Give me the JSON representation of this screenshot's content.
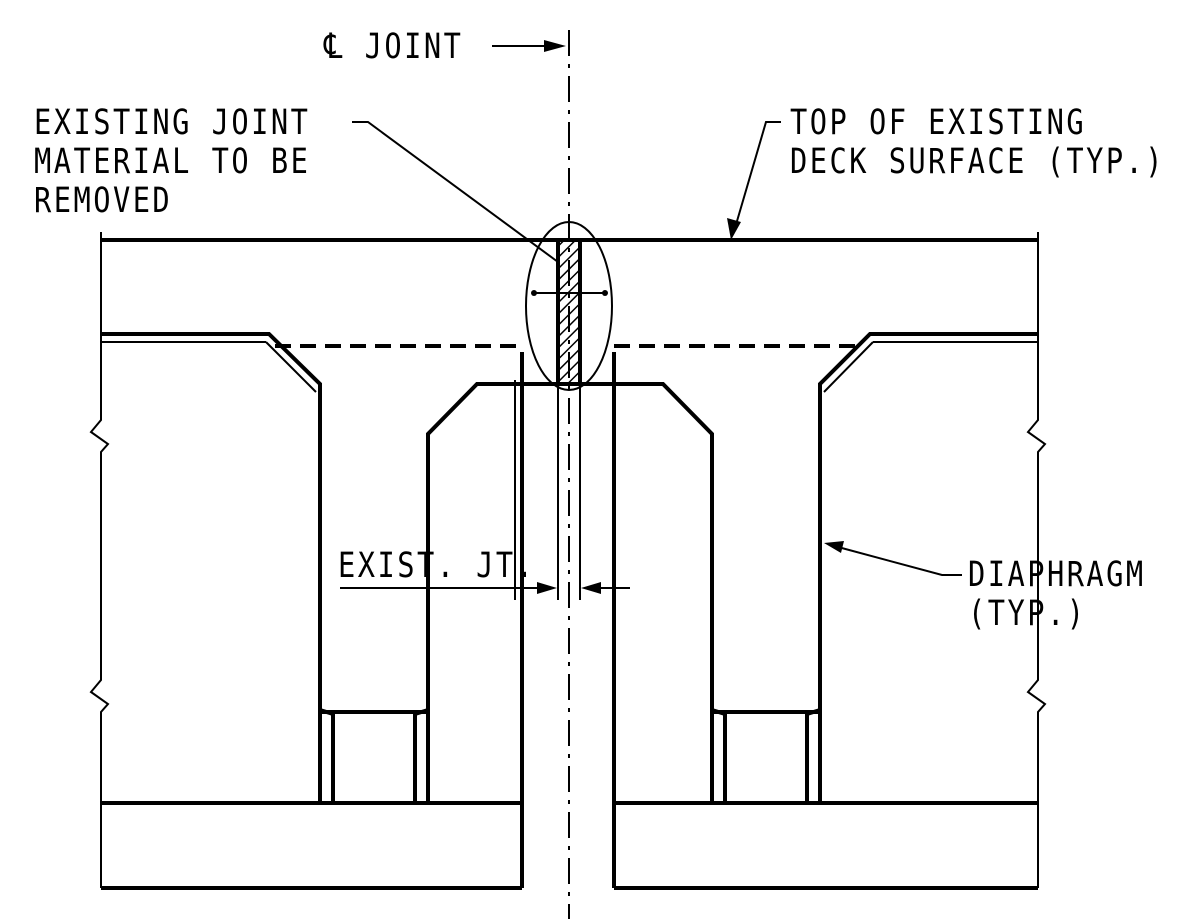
{
  "labels": {
    "cl_joint": "℄ JOINT",
    "existing_joint_material": "EXISTING JOINT\nMATERIAL TO BE\nREMOVED",
    "top_of_deck": "TOP OF EXISTING\nDECK SURFACE (TYP.)",
    "exist_jt": "EXIST. JT.",
    "diaphragm": "DIAPHRAGM\n(TYP.)"
  },
  "colors": {
    "line": "#000000",
    "background": "#ffffff"
  }
}
